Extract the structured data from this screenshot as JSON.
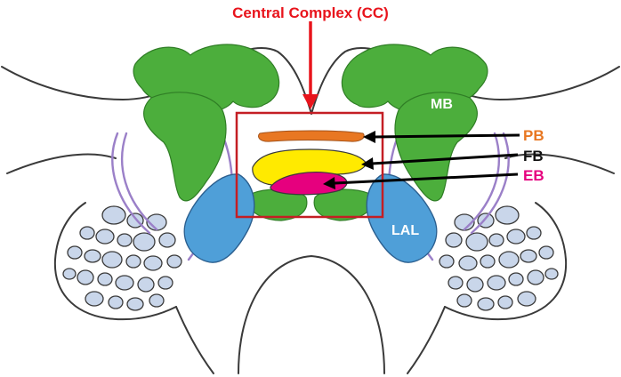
{
  "title": "Central Complex (CC)",
  "labels": {
    "mb": "MB",
    "pb": "PB",
    "fb": "FB",
    "eb": "EB",
    "lal": "LAL"
  },
  "colors": {
    "title": "#e8141c",
    "arrow_title": "#e8141c",
    "box": "#c41e24",
    "pb": "#e87722",
    "fb": "#ffea00",
    "eb": "#e6007e",
    "mb": "#4cae3c",
    "lal": "#4f9fd8",
    "tracts": "#9b80c8",
    "outline": "#3a3a3a",
    "ol_blob": "#c9d6ea",
    "label_dark": "#111111",
    "label_white": "#ffffff"
  }
}
